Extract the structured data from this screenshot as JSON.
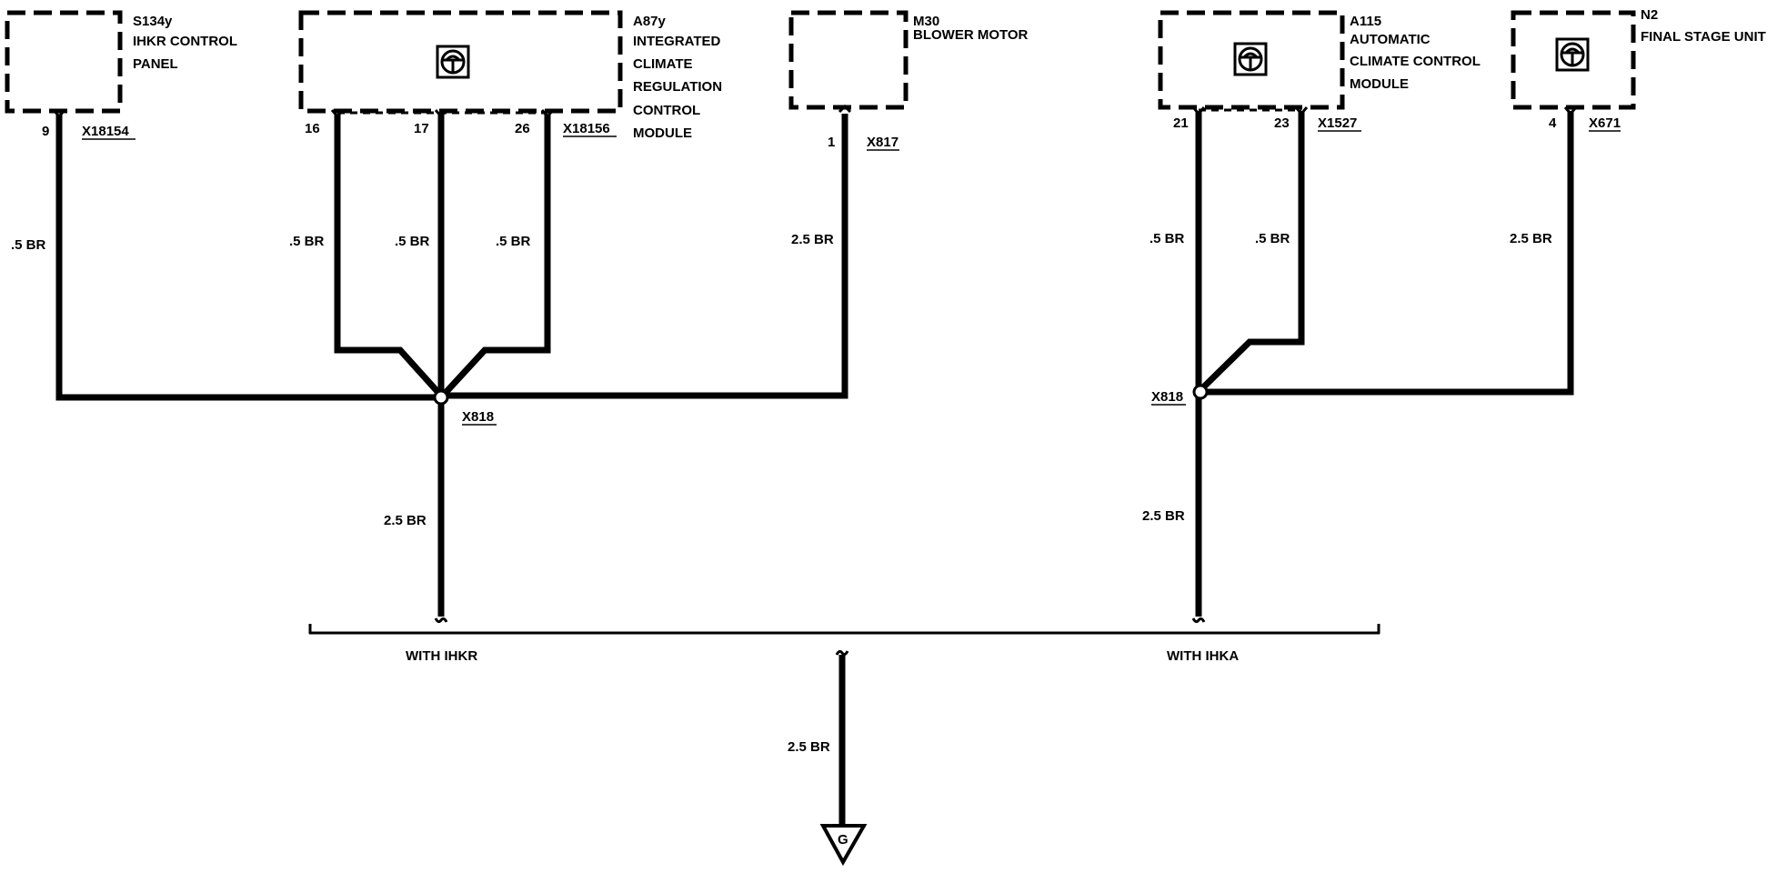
{
  "components": {
    "s134y": {
      "id": "S134y",
      "lines": [
        "IHKR CONTROL",
        "PANEL"
      ]
    },
    "a87y": {
      "id": "A87y",
      "lines": [
        "INTEGRATED",
        "CLIMATE",
        "REGULATION",
        "CONTROL",
        "MODULE"
      ]
    },
    "m30": {
      "id": "M30",
      "lines": [
        "BLOWER MOTOR"
      ]
    },
    "a115": {
      "id": "A115",
      "lines": [
        "AUTOMATIC",
        "CLIMATE CONTROL",
        "MODULE"
      ]
    },
    "n2": {
      "id": "N2",
      "lines": [
        "FINAL STAGE UNIT"
      ]
    }
  },
  "connectors": {
    "x18154": "X18154",
    "x18156": "X18156",
    "x817": "X817",
    "x1527": "X1527",
    "x671": "X671",
    "splice_left": "X818",
    "splice_right": "X818"
  },
  "pins": {
    "s134y_9": "9",
    "a87y_16": "16",
    "a87y_17": "17",
    "a87y_26": "26",
    "m30_1": "1",
    "a115_21": "21",
    "a115_23": "23",
    "n2_4": "4"
  },
  "wires": {
    "w_s134y": ".5 BR",
    "w_a87y_16": ".5 BR",
    "w_a87y_17": ".5 BR",
    "w_a87y_26": ".5 BR",
    "w_m30": "2.5 BR",
    "w_a115_21": ".5 BR",
    "w_a115_23": ".5 BR",
    "w_n2": "2.5 BR",
    "w_left_down": "2.5 BR",
    "w_right_down": "2.5 BR",
    "w_ground": "2.5 BR"
  },
  "options": {
    "with_ihkr": "WITH IHKR",
    "with_ihka": "WITH IHKA"
  },
  "ground": {
    "label": "G"
  }
}
